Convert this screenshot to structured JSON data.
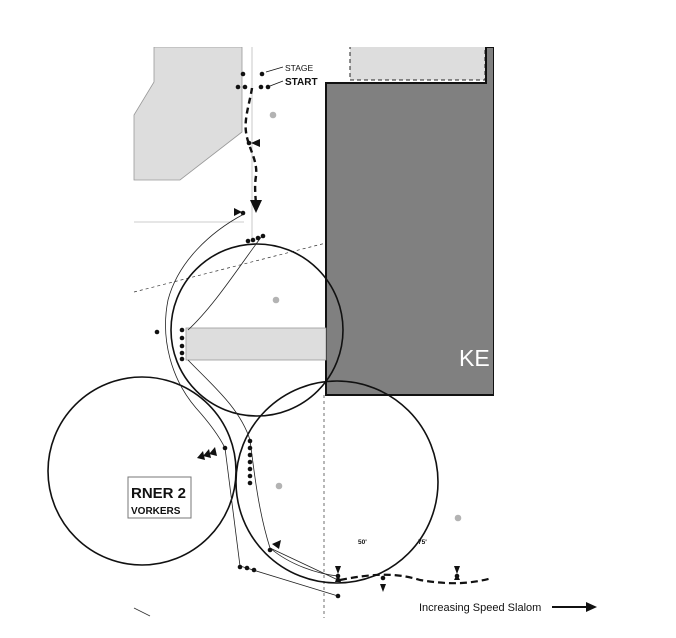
{
  "labels": {
    "stage": "STAGE",
    "start": "START",
    "building": "KE",
    "corner_line1": "RNER 2",
    "corner_line2": "VORKERS",
    "dist_50": "50'",
    "dist_75": "75'",
    "slalom": "Increasing Speed Slalom"
  },
  "colors": {
    "building": "#808080",
    "light_area": "#dddddd",
    "gray_dot": "#b3b3b3",
    "ink": "#111111"
  }
}
